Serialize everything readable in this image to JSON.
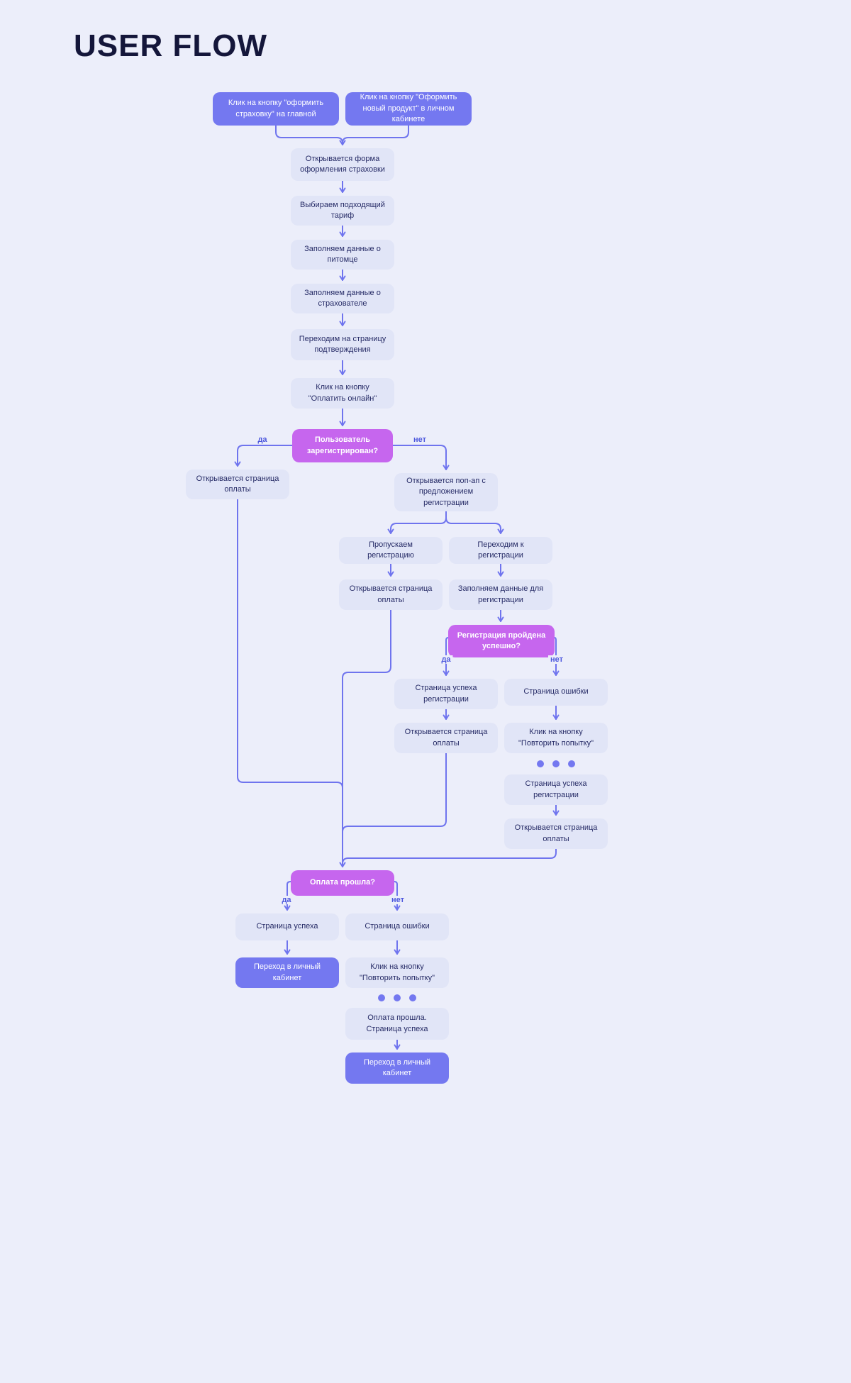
{
  "title": "USER FLOW",
  "edge_labels": {
    "yes": "да",
    "no": "нет"
  },
  "colors": {
    "bg": "#eceefa",
    "node-light": "#e1e5f7",
    "node-purple": "#7478f0",
    "node-magenta": "#c666ee",
    "line": "#6f74ee",
    "text-dark": "#262b66",
    "text-light": "#ffffff",
    "label": "#4c57dd",
    "title-color": "#14163a"
  },
  "nodes": {
    "start_main": {
      "label": "Клик на кнопку \"оформить страховку\" на главной"
    },
    "start_cabinet": {
      "label": "Клик на кнопку \"Оформить новый продукт\" в личном кабинете"
    },
    "form": {
      "label": "Открывается форма оформления страховки"
    },
    "tariff": {
      "label": "Выбираем подходящий тариф"
    },
    "pet_data": {
      "label": "Заполняем данные о питомце"
    },
    "insurer_data": {
      "label": "Заполняем данные о страхователе"
    },
    "confirm_page": {
      "label": "Переходим на страницу подтверждения"
    },
    "pay_online": {
      "label": "Клик на кнопку \"Оплатить онлайн\""
    },
    "q_registered": {
      "label": "Пользователь зарегистрирован?"
    },
    "payment_page_registered": {
      "label": "Открывается страница оплаты"
    },
    "registration_popup": {
      "label": "Открывается поп-ап с предложением регистрации"
    },
    "skip_registration": {
      "label": "Пропускаем регистрацию"
    },
    "go_registration": {
      "label": "Переходим к регистрации"
    },
    "payment_page_skip": {
      "label": "Открывается страница оплаты"
    },
    "registration_form": {
      "label": "Заполняем данные для регистрации"
    },
    "q_registration_success": {
      "label": "Регистрация пройдена успешно?"
    },
    "registration_success_page": {
      "label": "Страница успеха регистрации"
    },
    "registration_error_page": {
      "label": "Страница ошибки"
    },
    "payment_page_after_reg": {
      "label": "Открывается страница оплаты"
    },
    "retry_registration": {
      "label": "Клик на кнопку \"Повторить попытку\""
    },
    "registration_success_page_2": {
      "label": "Страница успеха регистрации"
    },
    "payment_page_after_retry": {
      "label": "Открывается страница оплаты"
    },
    "q_payment": {
      "label": "Оплата прошла?"
    },
    "payment_success_page": {
      "label": "Страница успеха"
    },
    "payment_error_page": {
      "label": "Страница ошибки"
    },
    "go_cabinet": {
      "label": "Переход в личный кабинет"
    },
    "retry_payment": {
      "label": "Клик на кнопку \"Повторить попытку\""
    },
    "payment_done": {
      "label": "Оплата прошла. Страница успеха"
    },
    "go_cabinet_final": {
      "label": "Переход в личный кабинет"
    }
  }
}
